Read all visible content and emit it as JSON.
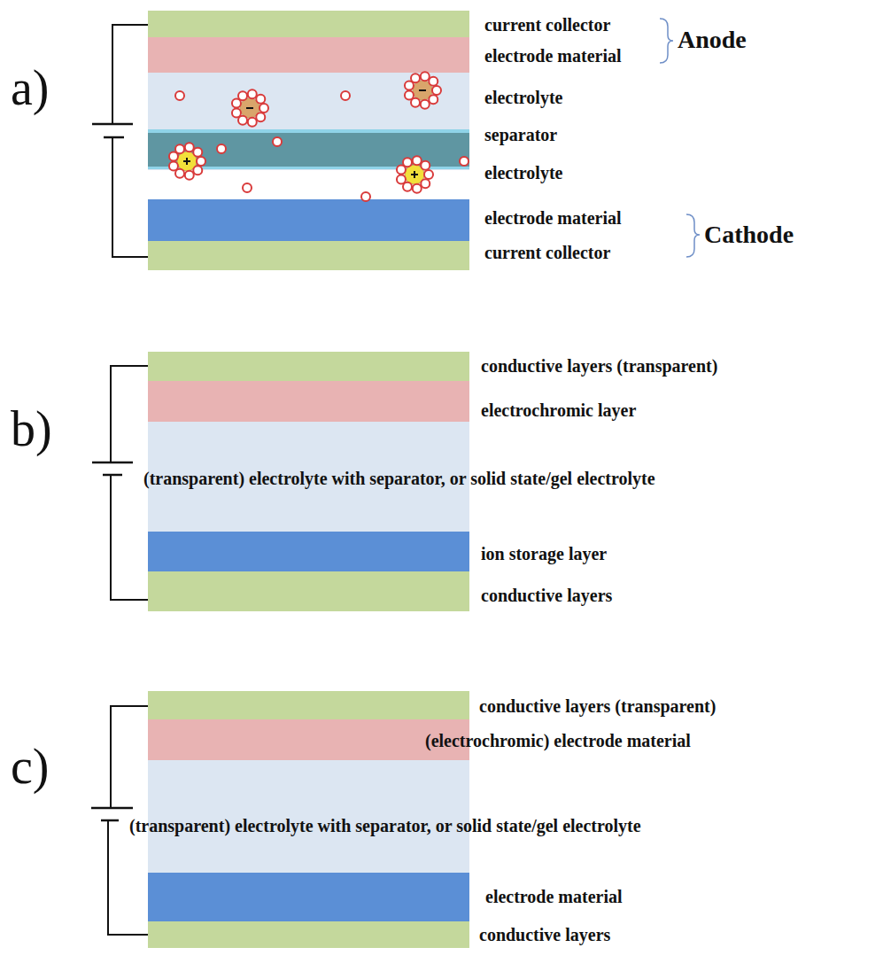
{
  "diagram": {
    "labels": [
      "a)",
      "current collector",
      "electrode material",
      "Anode",
      "electrolyte",
      "separator",
      "electrolyte",
      "electrode material",
      "Cathode",
      "current collector",
      "b)",
      "conductive layers (transparent)",
      "electrochromic layer",
      "(transparent) electrolyte with separator, or solid state/gel electrolyte",
      "ion storage layer",
      "conductive layers",
      "c)",
      "conductive layers (transparent)",
      "(electrochromic) electrode material",
      "(transparent) electrolyte with separator, or solid state/gel electrolyte",
      "electrode material",
      "conductive layers"
    ]
  }
}
